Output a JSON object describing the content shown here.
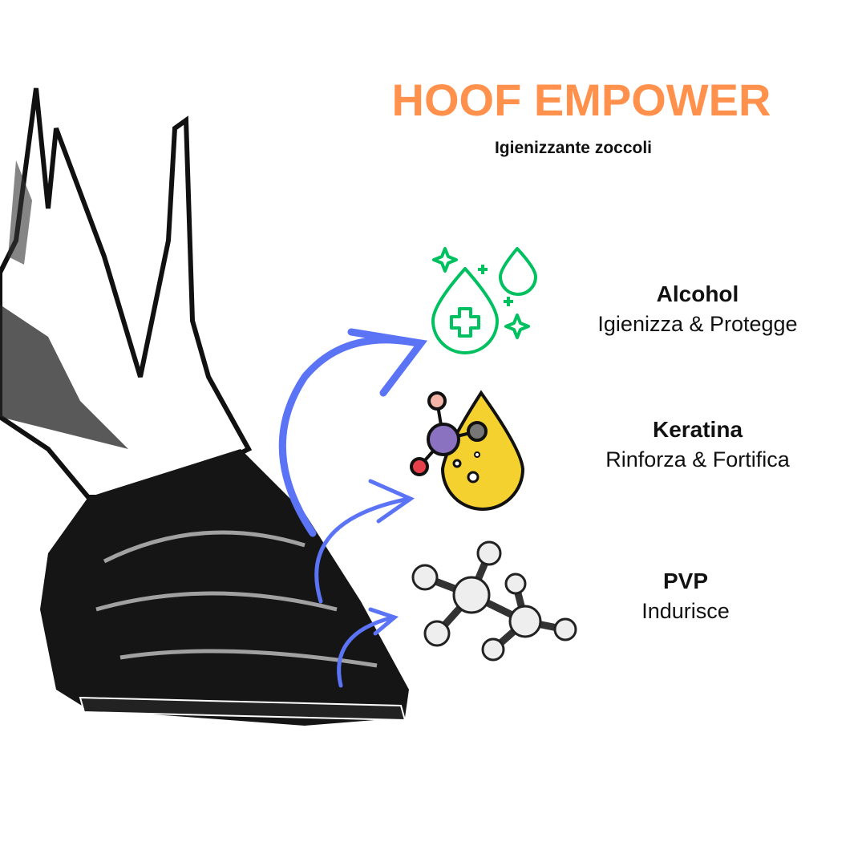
{
  "header": {
    "title": "HOOF EMPOWER",
    "subtitle": "Igienizzante zoccoli"
  },
  "ingredients": [
    {
      "name": "Alcohol",
      "desc": "Igienizza & Protegge",
      "icon": "sanitizer-drop-icon"
    },
    {
      "name": "Keratina",
      "desc": "Rinforza & Fortifica",
      "icon": "oil-molecule-drop-icon"
    },
    {
      "name": "PVP",
      "desc": "Indurisce",
      "icon": "molecule-icon"
    }
  ],
  "colors": {
    "title": "#ff914d",
    "arrow": "#5b74f5",
    "green": "#00c060",
    "yellow": "#f4d12f",
    "purple": "#8a72c0"
  }
}
